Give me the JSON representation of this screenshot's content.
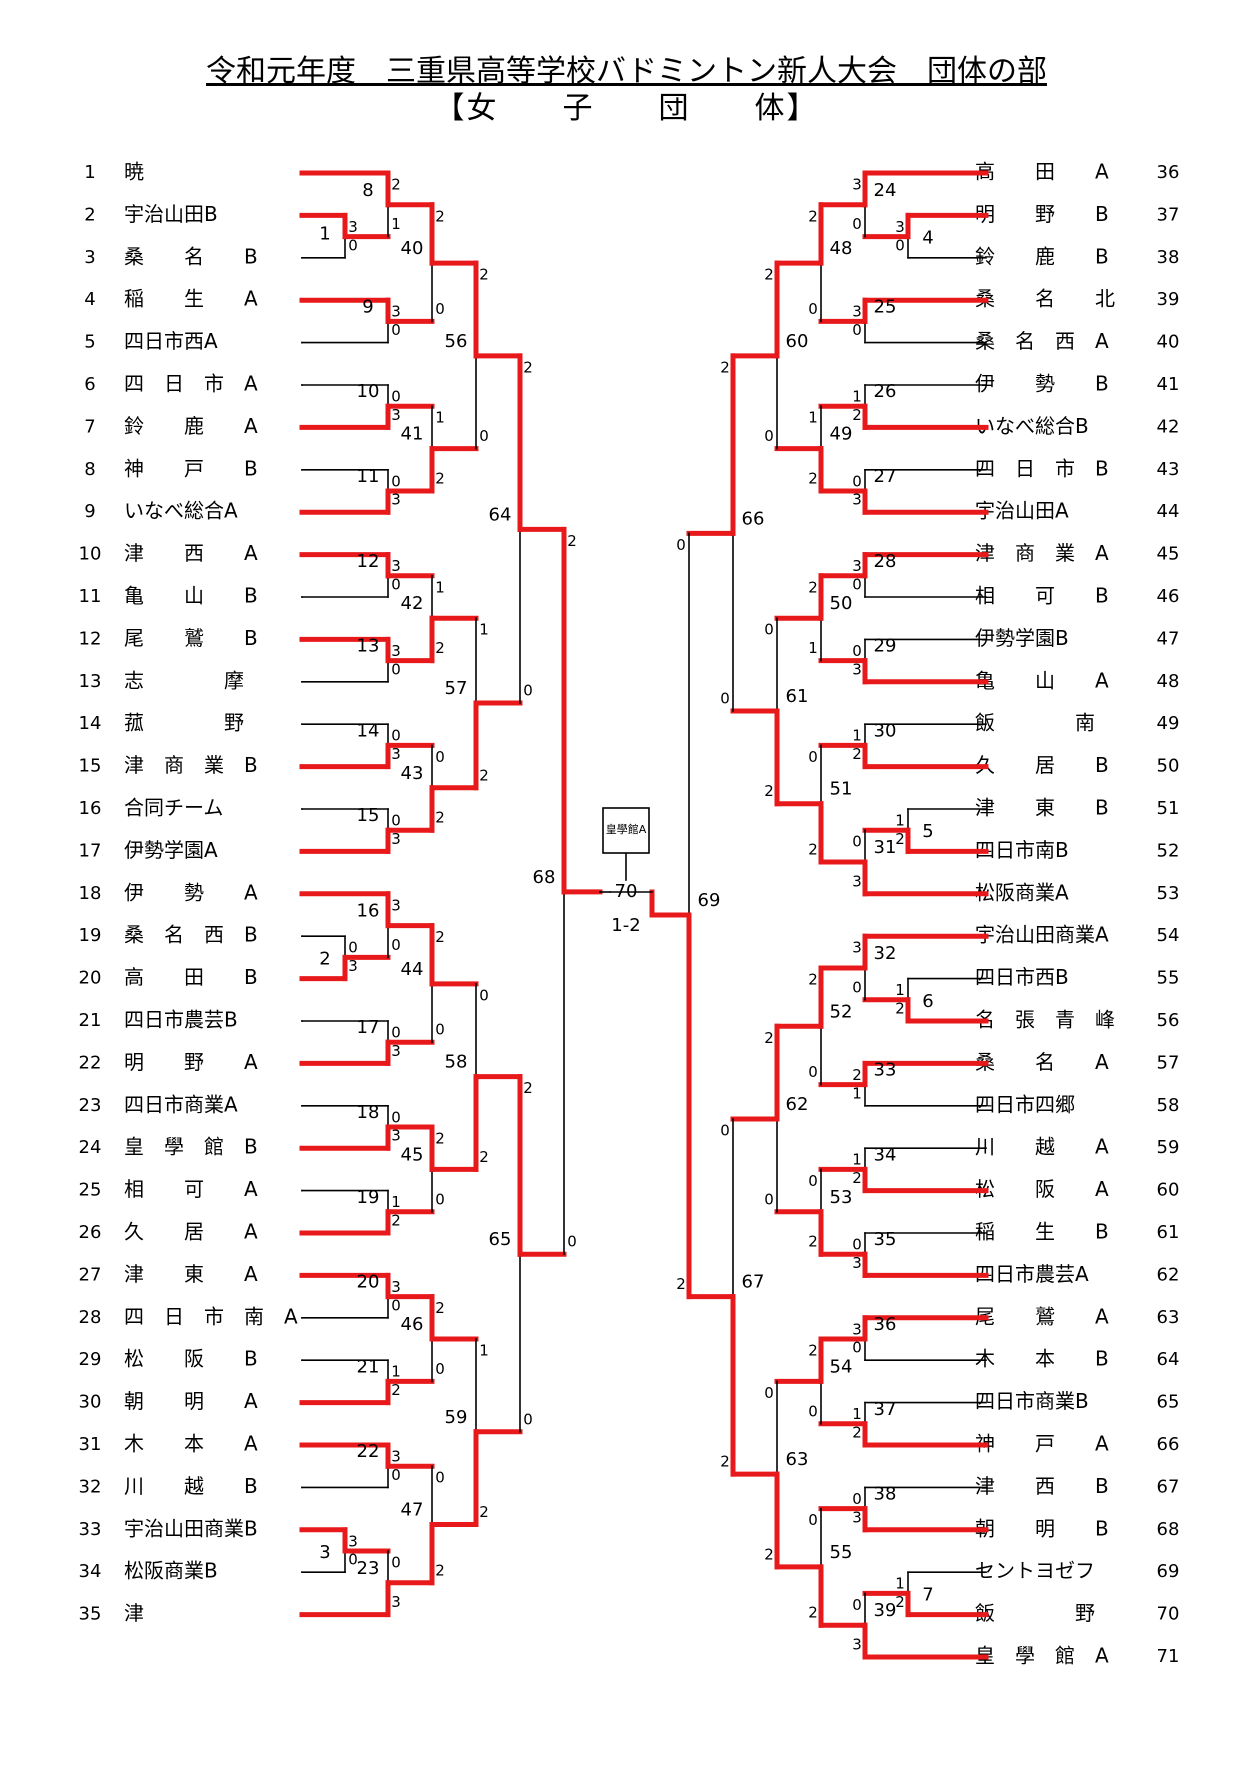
{
  "title": "令和元年度　三重県高等学校バドミントン新人大会　団体の部",
  "subtitle": "【女　　子　　団　　体】",
  "colors": {
    "winner": "#e8191b",
    "line": "#000000"
  },
  "left_teams": [
    {
      "no": "1",
      "name": "暁"
    },
    {
      "no": "2",
      "name": "宇治山田B"
    },
    {
      "no": "3",
      "name": "桑　　名　　B"
    },
    {
      "no": "4",
      "name": "稲　　生　　A"
    },
    {
      "no": "5",
      "name": "四日市西A"
    },
    {
      "no": "6",
      "name": "四　日　市　A"
    },
    {
      "no": "7",
      "name": "鈴　　鹿　　A"
    },
    {
      "no": "8",
      "name": "神　　戸　　B"
    },
    {
      "no": "9",
      "name": "いなべ総合A"
    },
    {
      "no": "10",
      "name": "津　　西　　A"
    },
    {
      "no": "11",
      "name": "亀　　山　　B"
    },
    {
      "no": "12",
      "name": "尾　　鷲　　B"
    },
    {
      "no": "13",
      "name": "志　　　　摩"
    },
    {
      "no": "14",
      "name": "菰　　　　野"
    },
    {
      "no": "15",
      "name": "津　商　業　B"
    },
    {
      "no": "16",
      "name": "合同チーム"
    },
    {
      "no": "17",
      "name": "伊勢学園A"
    },
    {
      "no": "18",
      "name": "伊　　勢　　A"
    },
    {
      "no": "19",
      "name": "桑　名　西　B"
    },
    {
      "no": "20",
      "name": "高　　田　　B"
    },
    {
      "no": "21",
      "name": "四日市農芸B"
    },
    {
      "no": "22",
      "name": "明　　野　　A"
    },
    {
      "no": "23",
      "name": "四日市商業A"
    },
    {
      "no": "24",
      "name": "皇　學　館　B"
    },
    {
      "no": "25",
      "name": "相　　可　　A"
    },
    {
      "no": "26",
      "name": "久　　居　　A"
    },
    {
      "no": "27",
      "name": "津　　東　　A"
    },
    {
      "no": "28",
      "name": "四　日　市　南　A"
    },
    {
      "no": "29",
      "name": "松　　阪　　B"
    },
    {
      "no": "30",
      "name": "朝　　明　　A"
    },
    {
      "no": "31",
      "name": "木　　本　　A"
    },
    {
      "no": "32",
      "name": "川　　越　　B"
    },
    {
      "no": "33",
      "name": "宇治山田商業B"
    },
    {
      "no": "34",
      "name": "松阪商業B"
    },
    {
      "no": "35",
      "name": "津"
    }
  ],
  "right_teams": [
    {
      "no": "36",
      "name": "高　　田　　A"
    },
    {
      "no": "37",
      "name": "明　　野　　B"
    },
    {
      "no": "38",
      "name": "鈴　　鹿　　B"
    },
    {
      "no": "39",
      "name": "桑　　名　　北"
    },
    {
      "no": "40",
      "name": "桑　名　西　A"
    },
    {
      "no": "41",
      "name": "伊　　勢　　B"
    },
    {
      "no": "42",
      "name": "いなべ総合B"
    },
    {
      "no": "43",
      "name": "四　日　市　B"
    },
    {
      "no": "44",
      "name": "宇治山田A"
    },
    {
      "no": "45",
      "name": "津　商　業　A"
    },
    {
      "no": "46",
      "name": "相　　可　　B"
    },
    {
      "no": "47",
      "name": "伊勢学園B"
    },
    {
      "no": "48",
      "name": "亀　　山　　A"
    },
    {
      "no": "49",
      "name": "飯　　　　南"
    },
    {
      "no": "50",
      "name": "久　　居　　B"
    },
    {
      "no": "51",
      "name": "津　　東　　B"
    },
    {
      "no": "52",
      "name": "四日市南B"
    },
    {
      "no": "53",
      "name": "松阪商業A"
    },
    {
      "no": "54",
      "name": "宇治山田商業A"
    },
    {
      "no": "55",
      "name": "四日市西B"
    },
    {
      "no": "56",
      "name": "名　張　青　峰"
    },
    {
      "no": "57",
      "name": "桑　　名　　A"
    },
    {
      "no": "58",
      "name": "四日市四郷"
    },
    {
      "no": "59",
      "name": "川　　越　　A"
    },
    {
      "no": "60",
      "name": "松　　阪　　A"
    },
    {
      "no": "61",
      "name": "稲　　生　　B"
    },
    {
      "no": "62",
      "name": "四日市農芸A"
    },
    {
      "no": "63",
      "name": "尾　　鷲　　A"
    },
    {
      "no": "64",
      "name": "木　　本　　B"
    },
    {
      "no": "65",
      "name": "四日市商業B"
    },
    {
      "no": "66",
      "name": "神　　戸　　A"
    },
    {
      "no": "67",
      "name": "津　　西　　B"
    },
    {
      "no": "68",
      "name": "朝　　明　　B"
    },
    {
      "no": "69",
      "name": "セントヨゼフ"
    },
    {
      "no": "70",
      "name": "飯　　　　野"
    },
    {
      "no": "71",
      "name": "皇　學　館　A"
    }
  ],
  "champion_box": "皇學館A",
  "final_match": {
    "no": "70",
    "score": "1-2"
  }
}
